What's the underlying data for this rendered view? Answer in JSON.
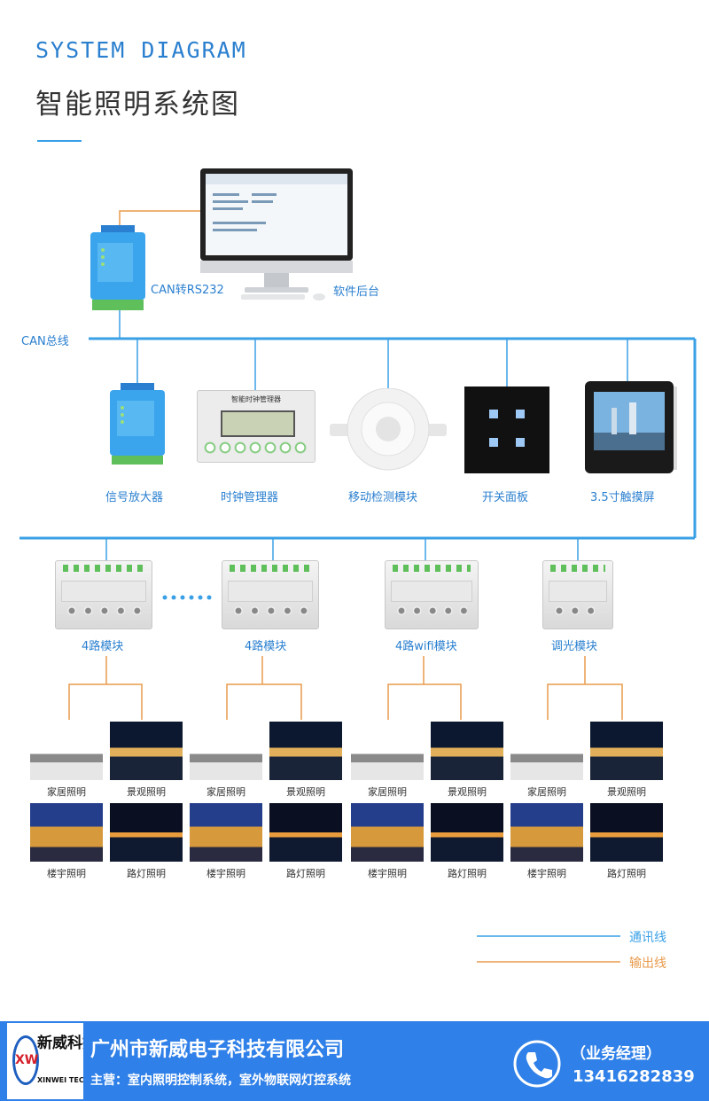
{
  "header": {
    "title_en": "SYSTEM DIAGRAM",
    "title_cn": "智能照明系统图"
  },
  "top": {
    "converter_label": "CAN转RS232",
    "software_label": "软件后台",
    "bus_label": "CAN总线"
  },
  "devices": [
    {
      "label": "信号放大器"
    },
    {
      "label": "时钟管理器",
      "screen_title": "智能时钟管理器"
    },
    {
      "label": "移动检测模块"
    },
    {
      "label": "开关面板"
    },
    {
      "label": "3.5寸触摸屏"
    }
  ],
  "modules": [
    {
      "label": "4路模块"
    },
    {
      "label": "4路模块"
    },
    {
      "label": "4路wifi模块"
    },
    {
      "label": "调光模块"
    }
  ],
  "lighting": {
    "home": "家居照明",
    "landscape": "景观照明",
    "building": "楼宇照明",
    "street": "路灯照明"
  },
  "legend": {
    "comm": "通讯线",
    "output": "输出线"
  },
  "colors": {
    "comm": "#3aa0e6",
    "output": "#e89a4c",
    "footer": "#2f80e8"
  },
  "footer": {
    "logo_text": "新威科技",
    "logo_letters": "XW",
    "logo_en": "XINWEI TECH",
    "company": "广州市新威电子科技有限公司",
    "business": "主营：室内照明控制系统，室外物联网灯控系统",
    "role": "（业务经理）",
    "phone": "13416282839"
  }
}
